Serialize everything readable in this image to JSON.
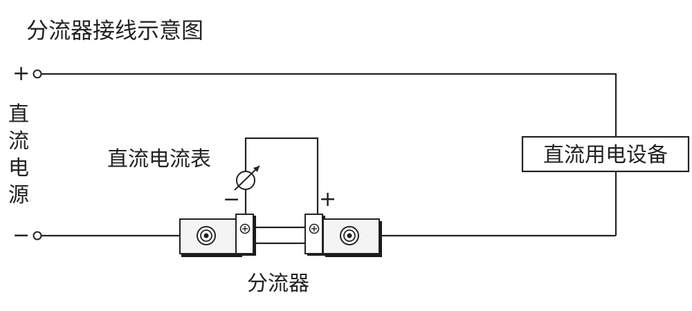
{
  "title": "分流器接线示意图",
  "power_source": {
    "plus_sign": "+",
    "minus_sign": "−",
    "label_chars": [
      "直",
      "流",
      "电",
      "源"
    ]
  },
  "ammeter": {
    "label": "直流电流表",
    "minus_sign": "−",
    "plus_sign": "+"
  },
  "load": {
    "label": "直流用电设备"
  },
  "shunt": {
    "label": "分流器"
  },
  "colors": {
    "line": "#222222",
    "background": "#ffffff",
    "terminal_fill": "#f4f4f4",
    "terminal_shadow": "#1a1a1a"
  }
}
